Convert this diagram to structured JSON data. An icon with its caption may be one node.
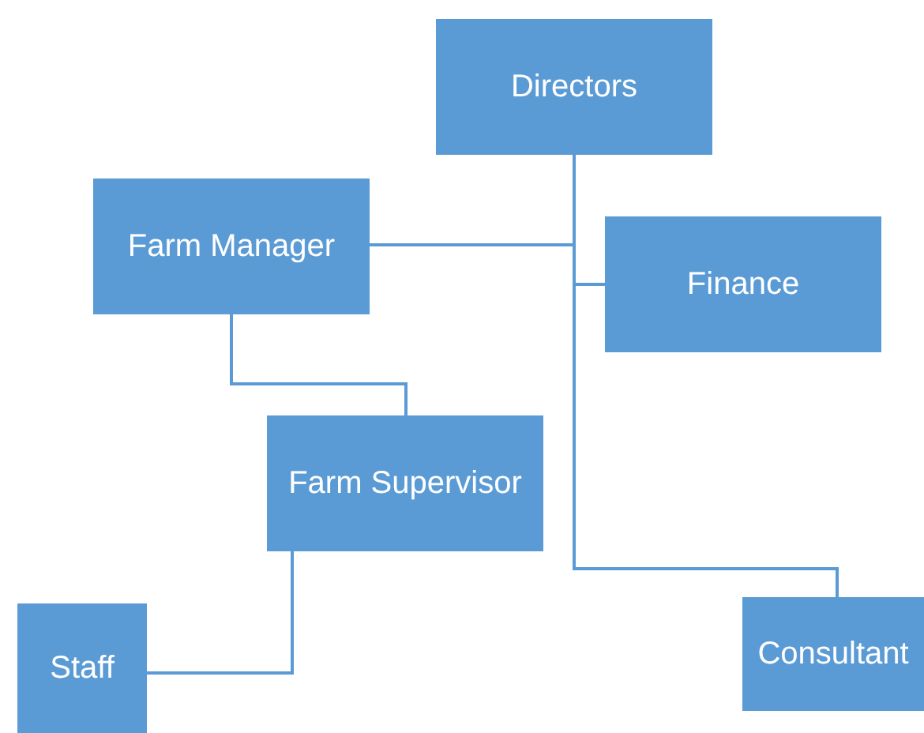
{
  "diagram": {
    "nodes": [
      {
        "text": [
          "Directors"
        ]
      },
      {
        "text": [
          "Farm Manager"
        ]
      },
      {
        "text": [
          "Finance"
        ]
      },
      {
        "text": [
          "Farm Supervisor"
        ]
      },
      {
        "text": [
          "Staff"
        ]
      },
      {
        "text": [
          "Consultant"
        ]
      }
    ],
    "edges": [
      {
        "from": 0,
        "to": 1,
        "arrow": "none"
      },
      {
        "from": 0,
        "to": 2,
        "arrow": "none"
      },
      {
        "from": 0,
        "to": 5,
        "arrow": "none"
      },
      {
        "from": 1,
        "to": 3,
        "arrow": "none"
      },
      {
        "from": 3,
        "to": 4,
        "arrow": "none"
      }
    ]
  }
}
